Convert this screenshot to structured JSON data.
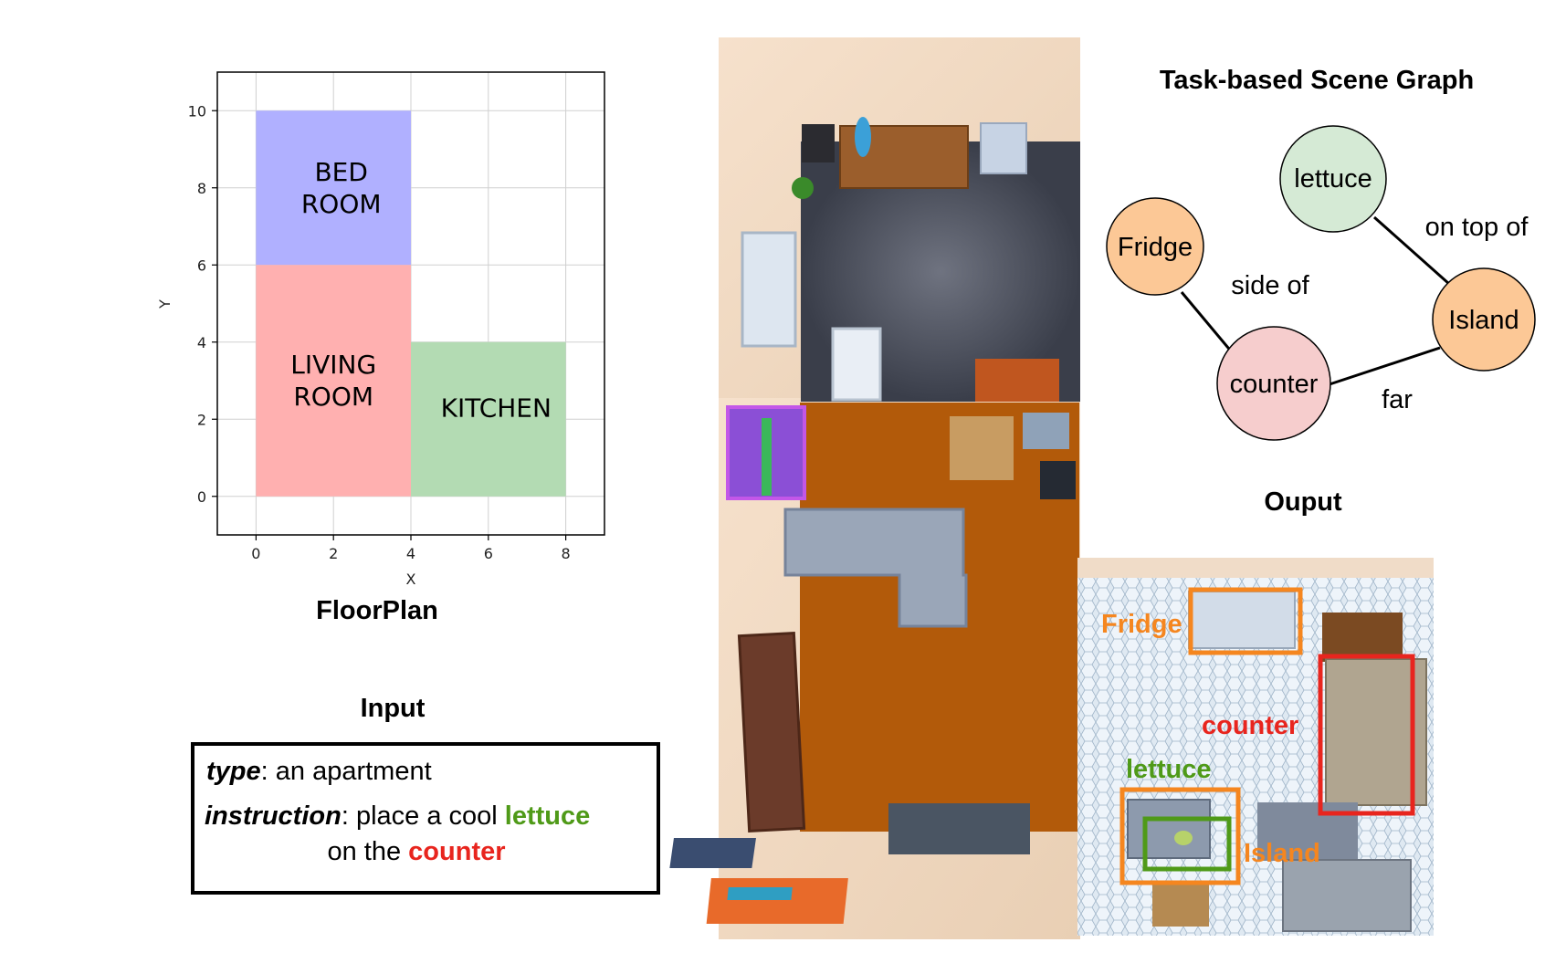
{
  "floorplan": {
    "title": "FloorPlan",
    "xlabel": "X",
    "ylabel": "Y",
    "x_ticks": [
      "0",
      "2",
      "4",
      "6",
      "8"
    ],
    "y_ticks": [
      "0",
      "2",
      "4",
      "6",
      "8",
      "10"
    ],
    "rooms": [
      {
        "label_line1": "BED",
        "label_line2": "ROOM",
        "x0": 0,
        "x1": 4,
        "y0": 6,
        "y1": 10,
        "color": "#b0b0ff",
        "label_x": 2.2,
        "label_y": 8.0
      },
      {
        "label_line1": "LIVING",
        "label_line2": "ROOM",
        "x0": 0,
        "x1": 4,
        "y0": 0,
        "y1": 6,
        "color": "#ffb0b0",
        "label_x": 2.0,
        "label_y": 3.0
      },
      {
        "label_line1": "KITCHEN",
        "label_line2": "",
        "x0": 4,
        "x1": 8,
        "y0": 0,
        "y1": 4,
        "color": "#b3dbb3",
        "label_x": 6.2,
        "label_y": 2.3
      }
    ]
  },
  "input": {
    "title": "Input",
    "type_key": "type",
    "type_value": ": an apartment",
    "instruction_key": "instruction",
    "instruction_pre": ": place a cool ",
    "instruction_object": "lettuce",
    "instruction_mid": "on the ",
    "instruction_target": "counter",
    "object_color": "#4f9a18",
    "target_color": "#e8251e"
  },
  "scene_graph": {
    "title": "Task-based Scene Graph",
    "nodes": [
      {
        "id": "lettuce",
        "label": "lettuce",
        "color": "#d5ead5"
      },
      {
        "id": "fridge",
        "label": "Fridge",
        "color": "#fcc896"
      },
      {
        "id": "island",
        "label": "Island",
        "color": "#fcc896"
      },
      {
        "id": "counter",
        "label": "counter",
        "color": "#f6cdcd"
      }
    ],
    "edges": [
      {
        "from": "lettuce",
        "to": "island",
        "label": "on top of"
      },
      {
        "from": "fridge",
        "to": "counter",
        "label": "side of"
      },
      {
        "from": "counter",
        "to": "island",
        "label": "far"
      }
    ]
  },
  "output": {
    "title": "Ouput",
    "boxes": [
      {
        "label": "Fridge",
        "color": "#f5861f"
      },
      {
        "label": "counter",
        "color": "#e8251e"
      },
      {
        "label": "lettuce",
        "color": "#4f9a18"
      },
      {
        "label": "Island",
        "color": "#f5861f"
      }
    ]
  }
}
